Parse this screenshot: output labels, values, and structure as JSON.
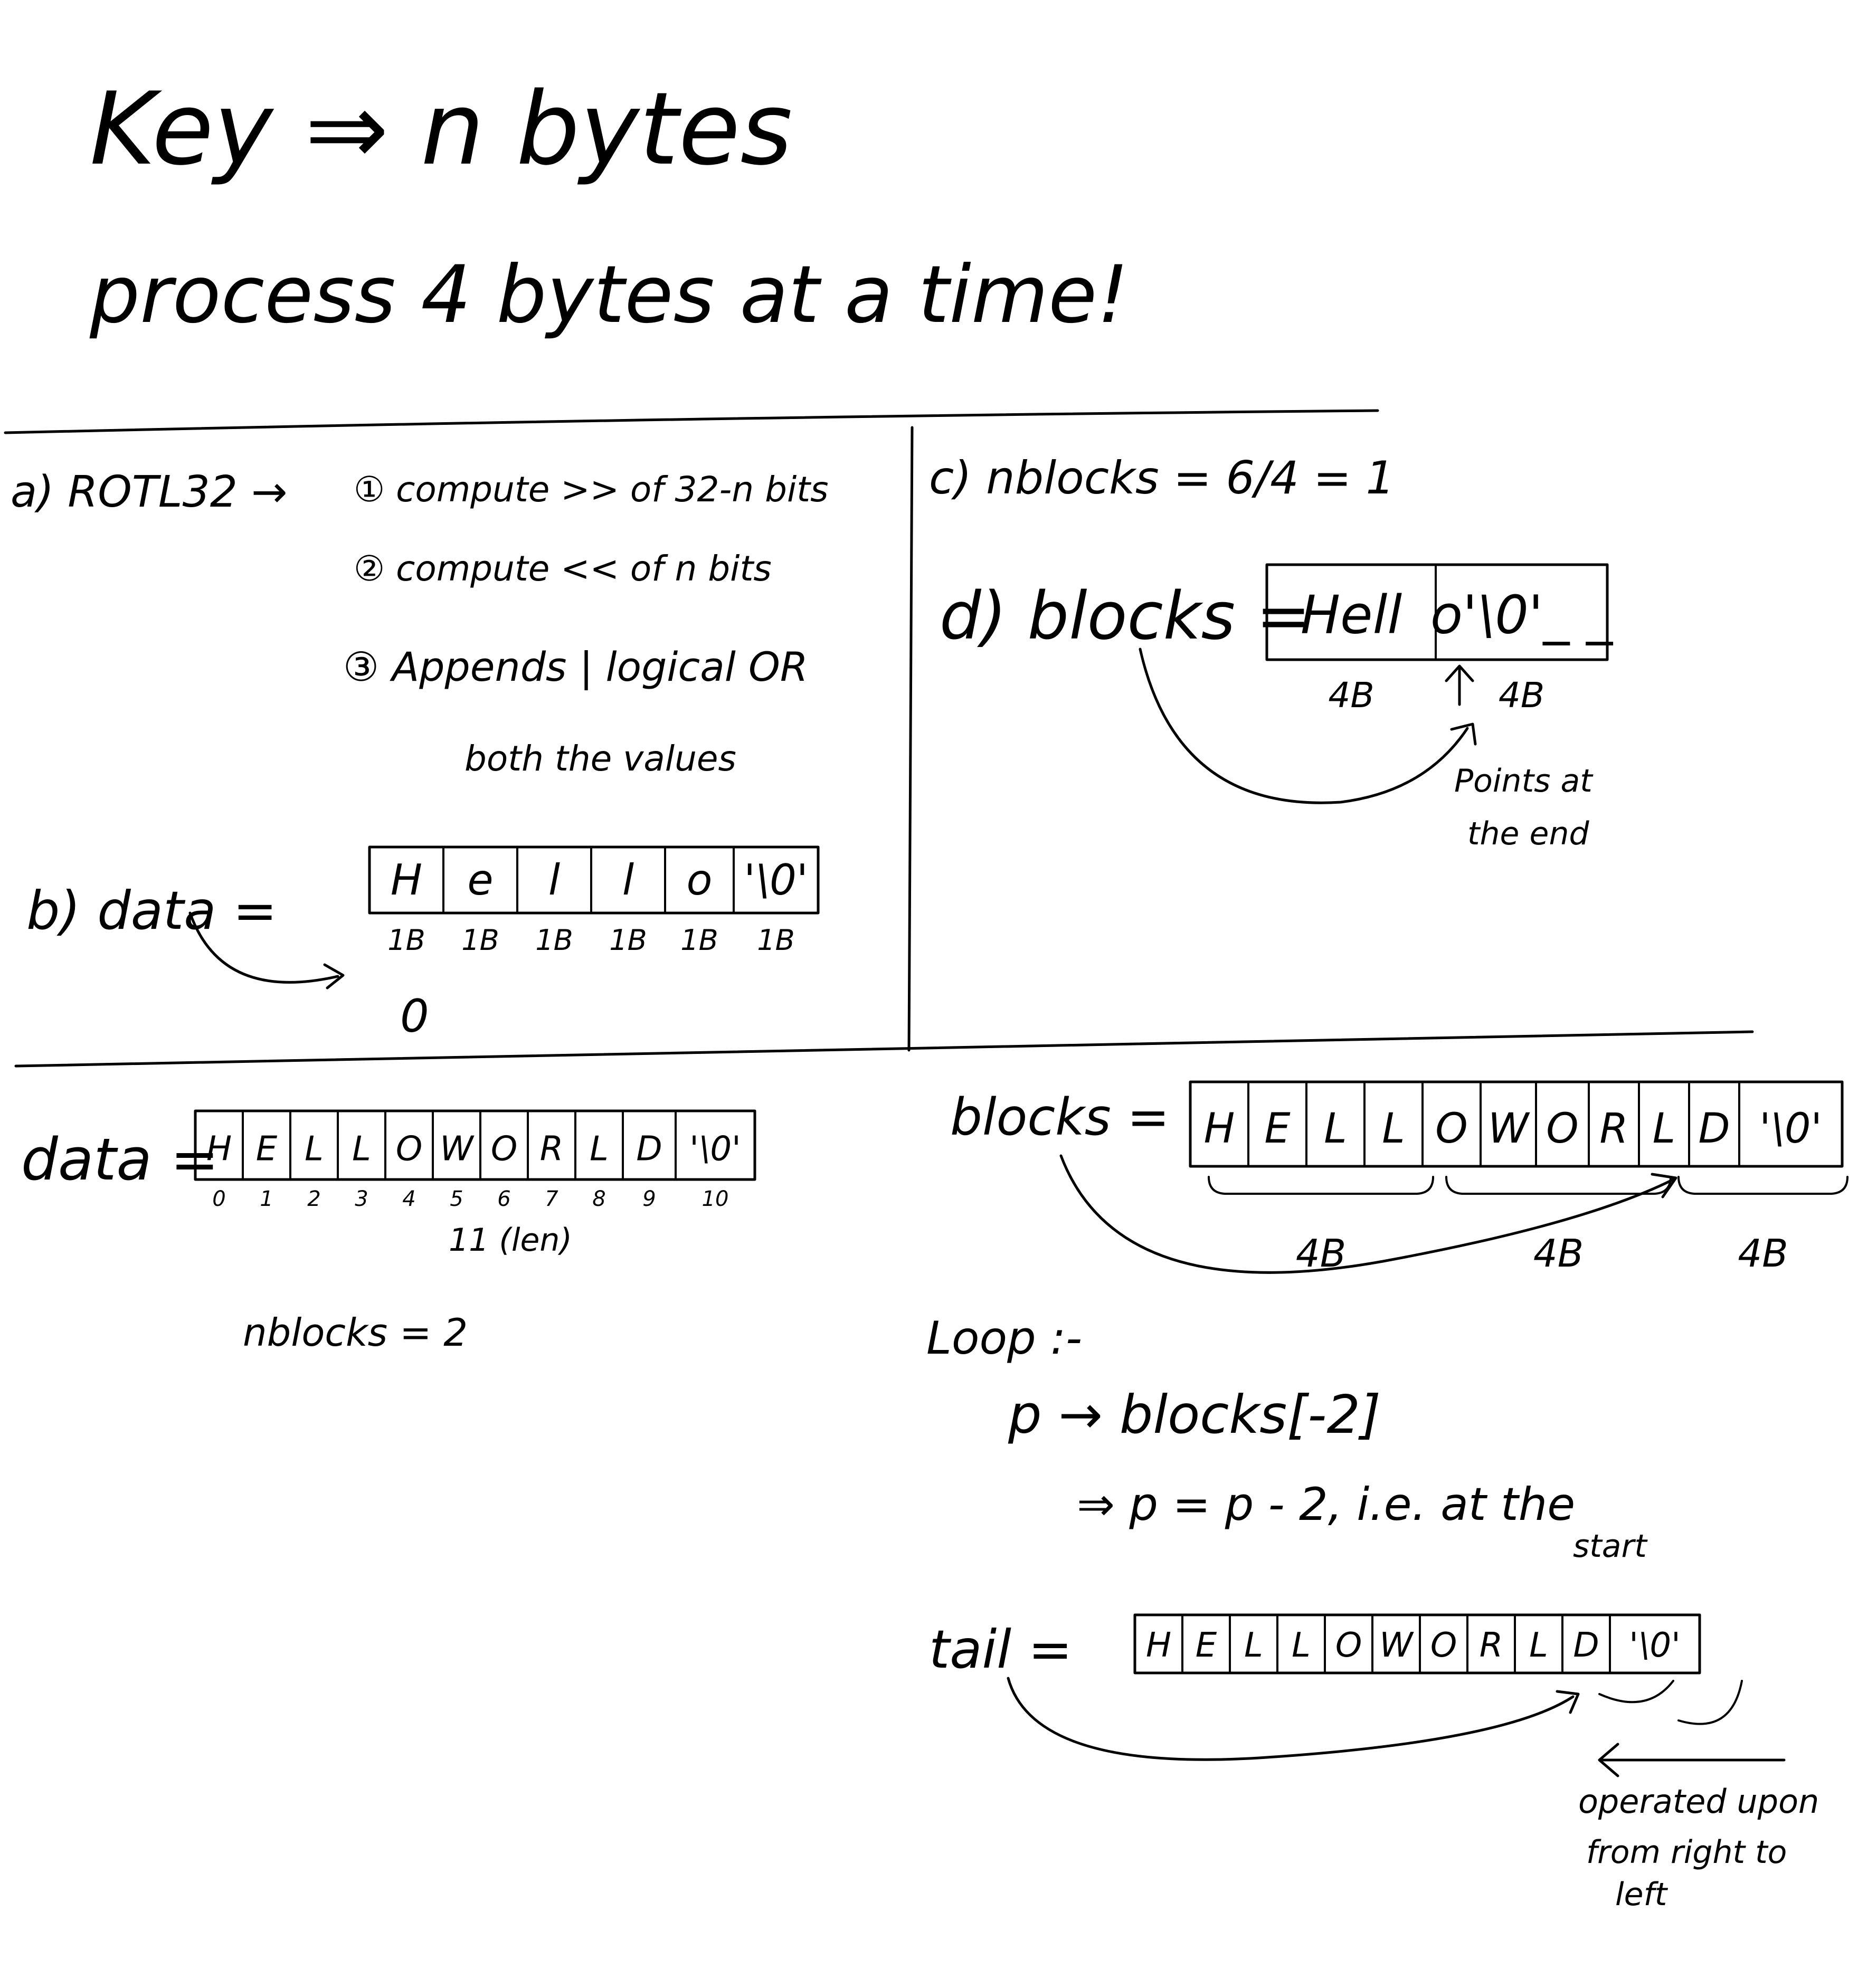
{
  "title": {
    "line1": "Key ⇒ n bytes",
    "line2": "process 4 bytes at a time!"
  },
  "section_a": {
    "label": "a) ROTL32 →",
    "step1": "① compute >> of 32-n bits",
    "step2": "② compute << of n bits",
    "step3": "③ Appends | logical OR",
    "step3b": "both the values"
  },
  "section_b": {
    "label": "b) data =",
    "cells": [
      "H",
      "e",
      "l",
      "l",
      "o",
      "'\\0'"
    ],
    "sizes": [
      "1B",
      "1B",
      "1B",
      "1B",
      "1B",
      "1B"
    ],
    "pointer_index": "0"
  },
  "section_c": {
    "label": "c) nblocks = 6/4 = 1"
  },
  "section_d": {
    "label": "d) blocks =",
    "cells": [
      "Hell",
      "o'\\0'_ _"
    ],
    "sizes": [
      "4B",
      "4B"
    ],
    "note1": "Points at",
    "note2": "the end"
  },
  "lower_left": {
    "label": "data =",
    "cells": [
      "H",
      "E",
      "L",
      "L",
      "O",
      "W",
      "O",
      "R",
      "L",
      "D",
      "'\\0'"
    ],
    "indices": [
      "0",
      "1",
      "2",
      "3",
      "4",
      "5",
      "6",
      "7",
      "8",
      "9",
      "10"
    ],
    "length_note": "11 (len)",
    "nblocks": "nblocks = 2"
  },
  "lower_right": {
    "blocks_label": "blocks =",
    "blocks_cells": [
      "H",
      "E",
      "L",
      "L",
      "O",
      "W",
      "O",
      "R",
      "L",
      "D",
      "'\\0'"
    ],
    "block_sizes": [
      "4B",
      "4B",
      "4B"
    ],
    "loop_label": "Loop :-",
    "loop_line1": "p → blocks[-2]",
    "loop_line2": "⇒  p = p - 2, i.e. at the",
    "loop_line3": "start",
    "tail_label": "tail =",
    "tail_cells": [
      "H",
      "E",
      "L",
      "L",
      "O",
      "W",
      "O",
      "R",
      "L",
      "D",
      "'\\0'"
    ],
    "tail_note1": "operated upon",
    "tail_note2": "from right to",
    "tail_note3": "left"
  }
}
